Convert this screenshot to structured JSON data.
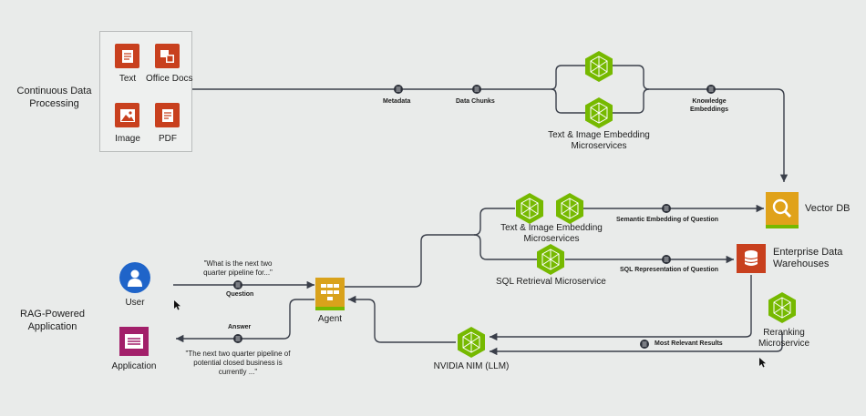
{
  "sections": {
    "top": "Continuous Data\nProcessing",
    "bottom": "RAG-Powered\nApplication"
  },
  "doc_types": {
    "text": "Text",
    "office": "Office Docs",
    "image": "Image",
    "pdf": "PDF"
  },
  "pipeline": {
    "metadata": "Metadata",
    "data_chunks": "Data Chunks",
    "embedding_ms_top": "Text & Image Embedding\nMicroservices",
    "knowledge_embeddings": "Knowledge\nEmbeddings",
    "vector_db": "Vector DB",
    "embedding_ms_mid": "Text & Image Embedding\nMicroservices",
    "semantic_embedding": "Semantic Embedding of Question",
    "sql_retrieval": "SQL Retrieval Microservice",
    "sql_representation": "SQL Representation of Question",
    "enterprise_dw": "Enterprise Data\nWarehouses",
    "reranking": "Reranking\nMicroservice",
    "most_relevant": "Most Relevant Results",
    "nim": "NVIDIA NIM (LLM)",
    "agent": "Agent"
  },
  "actors": {
    "user": "User",
    "application": "Application",
    "question_quote": "\"What is the next two\nquarter pipeline for...\"",
    "question": "Question",
    "answer": "Answer",
    "answer_quote": "\"The next two quarter pipeline of\npotential closed business is\ncurrently ...\""
  },
  "colors": {
    "nvidia_green": "#76b900",
    "doc_red": "#c8401e",
    "agent_gold": "#d9a21b",
    "app_magenta": "#a21f6a",
    "user_blue": "#1f64c9",
    "vector_gold": "#e0a21a",
    "line": "#3a3f4a"
  }
}
